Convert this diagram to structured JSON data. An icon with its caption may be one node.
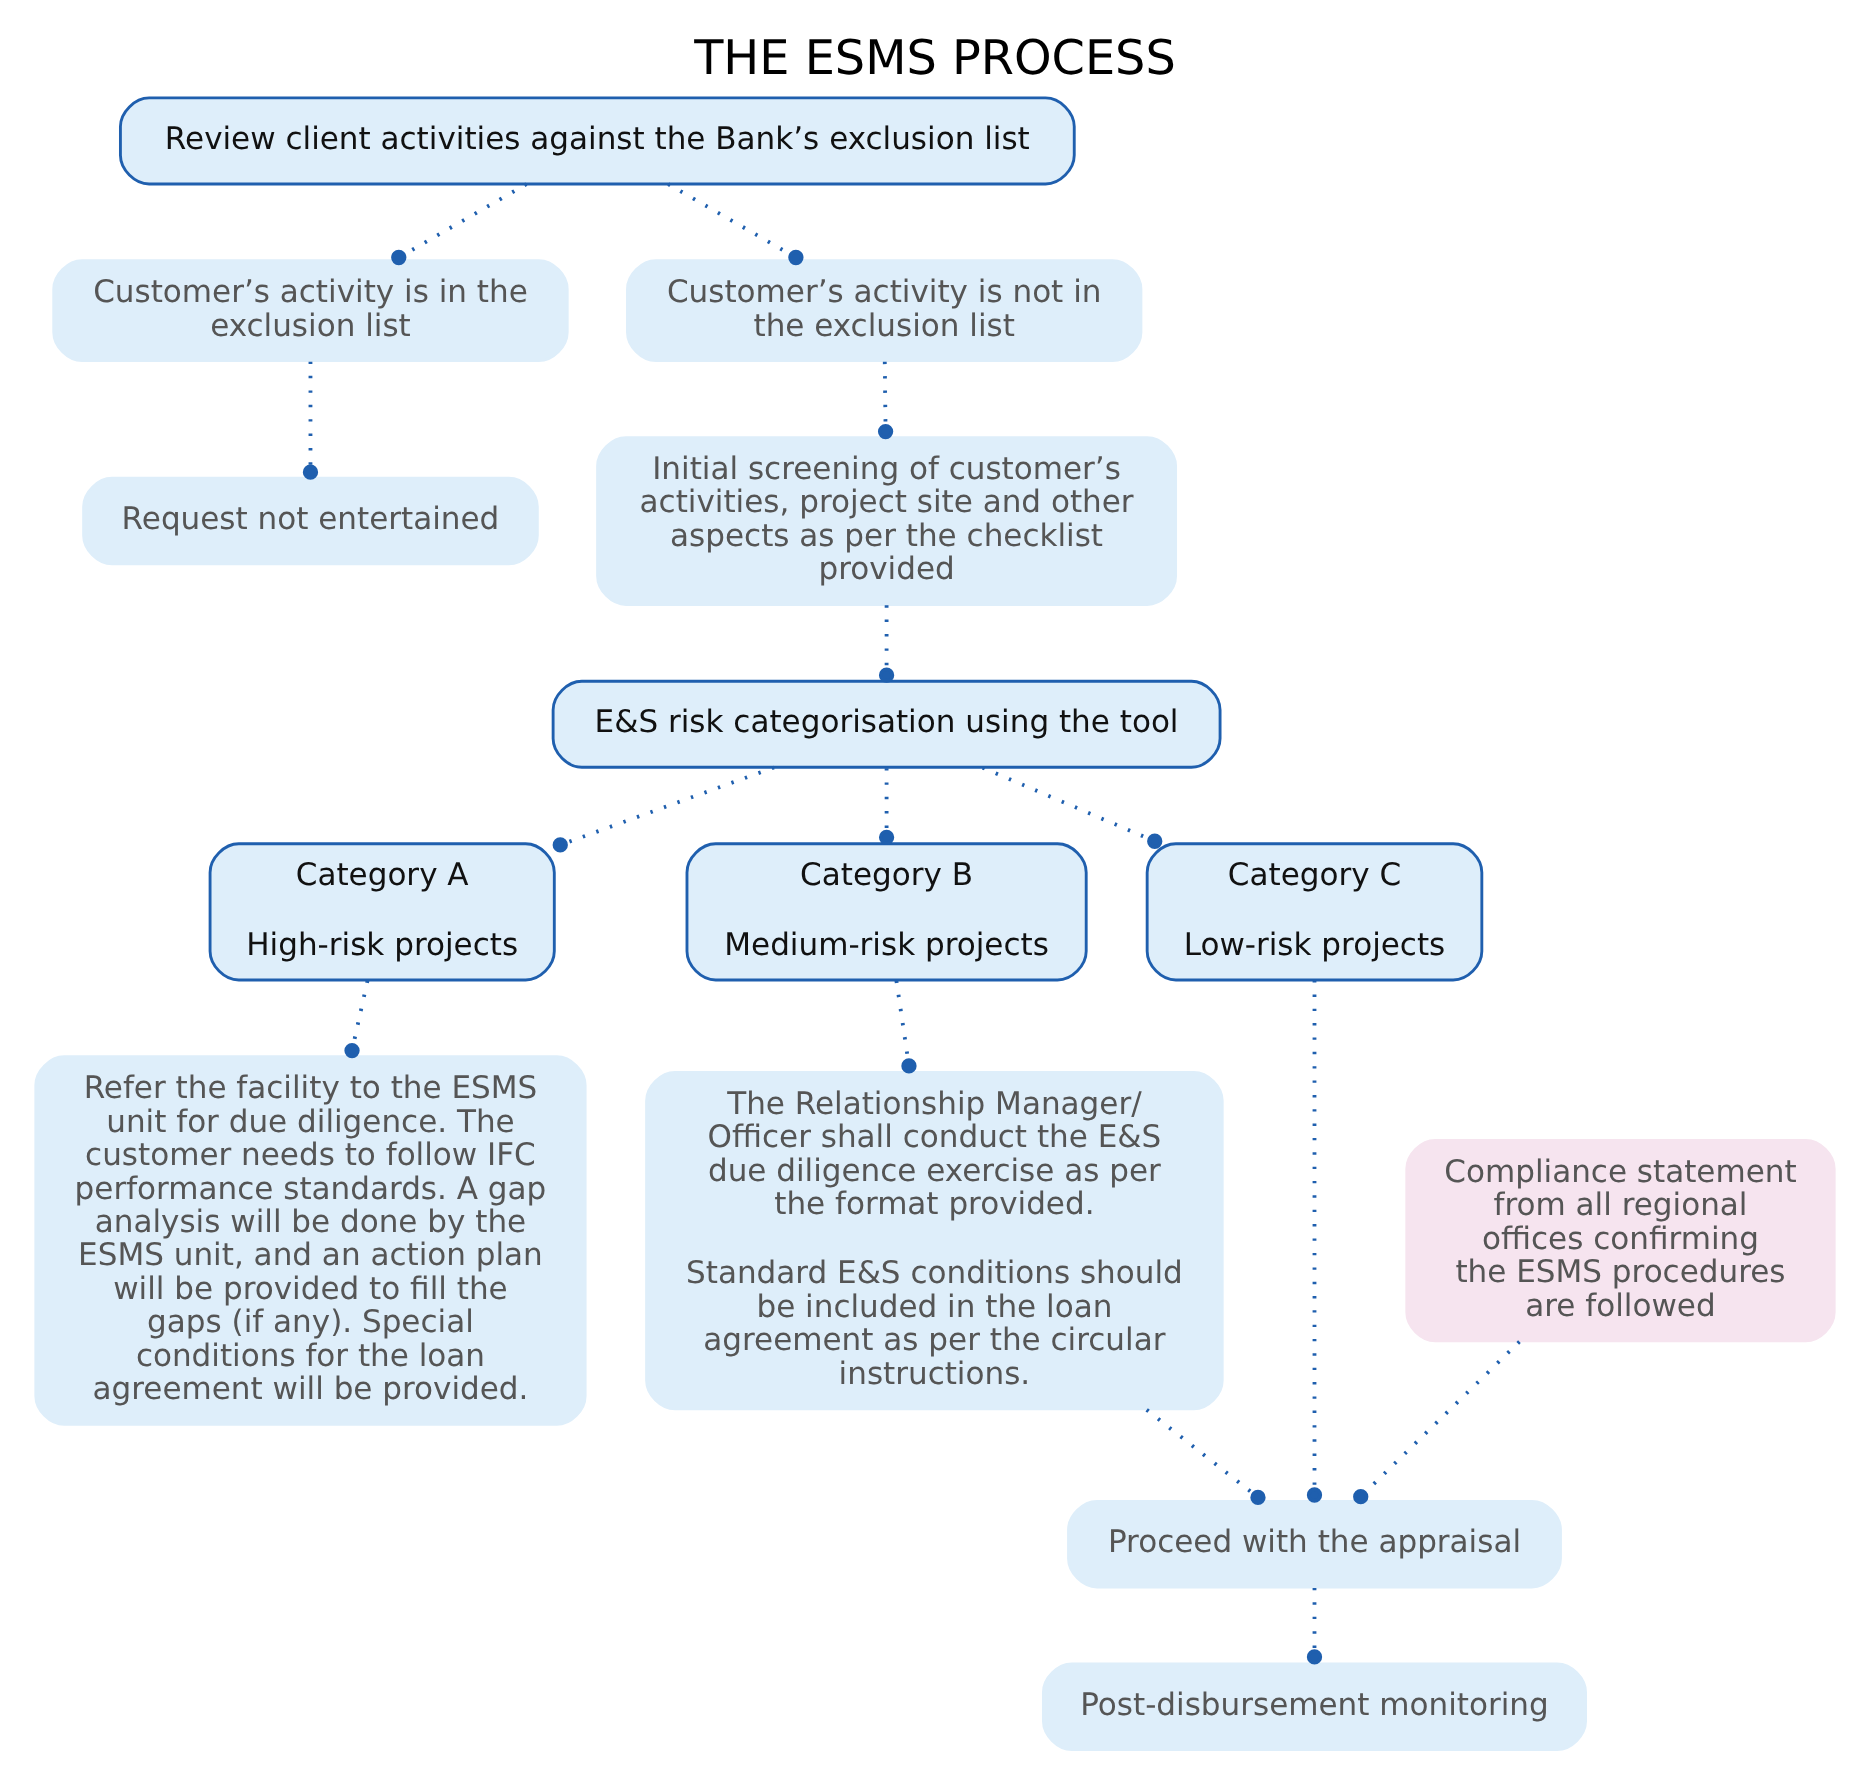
{
  "diagram": {
    "title": "THE ESMS PROCESS",
    "nodes": [
      {
        "text": [
          "Review client activities against the Bank’s exclusion list"
        ]
      },
      {
        "text": [
          "Customer’s activity is in the exclusion list"
        ]
      },
      {
        "text": [
          "Customer’s activity is not in the exclusion list"
        ]
      },
      {
        "text": [
          "Request not entertained"
        ]
      },
      {
        "text": [
          "Initial screening of customer’s activities, project site and other aspects as per the checklist provided"
        ]
      },
      {
        "text": [
          "E&S risk categorisation using the tool"
        ]
      },
      {
        "text": [
          "Category A",
          "High-risk projects"
        ]
      },
      {
        "text": [
          "Category B",
          "Medium-risk projects"
        ]
      },
      {
        "text": [
          "Category C",
          "Low-risk projects"
        ]
      },
      {
        "text": [
          "Refer the facility to the ESMS unit for due diligence. The customer needs to follow IFC performance standards. A gap analysis will be done by the ESMS unit, and an action plan will be provided to fill the gaps (if any). Special conditions for the loan agreement will be provided."
        ]
      },
      {
        "text": [
          "The Relationship Manager/ Officer shall conduct the E&S due diligence exercise as per the format provided.",
          "Standard E&S conditions should be included in the loan agreement as per the circular instructions."
        ]
      },
      {
        "text": [
          "Compliance statement from all regional offices confirming the ESMS procedures are followed"
        ]
      },
      {
        "text": [
          "Proceed with the appraisal"
        ]
      },
      {
        "text": [
          "Post-disbursement monitoring"
        ]
      }
    ],
    "edges": [
      {
        "from": 0,
        "to": 1,
        "arrow": "other"
      },
      {
        "from": 0,
        "to": 2,
        "arrow": "other"
      },
      {
        "from": 1,
        "to": 3,
        "arrow": "other"
      },
      {
        "from": 2,
        "to": 4,
        "arrow": "other"
      },
      {
        "from": 4,
        "to": 5,
        "arrow": "other"
      },
      {
        "from": 5,
        "to": 6,
        "arrow": "other"
      },
      {
        "from": 5,
        "to": 7,
        "arrow": "other"
      },
      {
        "from": 5,
        "to": 8,
        "arrow": "other"
      },
      {
        "from": 6,
        "to": 9,
        "arrow": "other"
      },
      {
        "from": 7,
        "to": 10,
        "arrow": "other"
      },
      {
        "from": 10,
        "to": 12,
        "arrow": "other"
      },
      {
        "from": 11,
        "to": 12,
        "arrow": "other"
      },
      {
        "from": 8,
        "to": 12,
        "arrow": "other"
      },
      {
        "from": 12,
        "to": 13,
        "arrow": "other"
      }
    ]
  }
}
